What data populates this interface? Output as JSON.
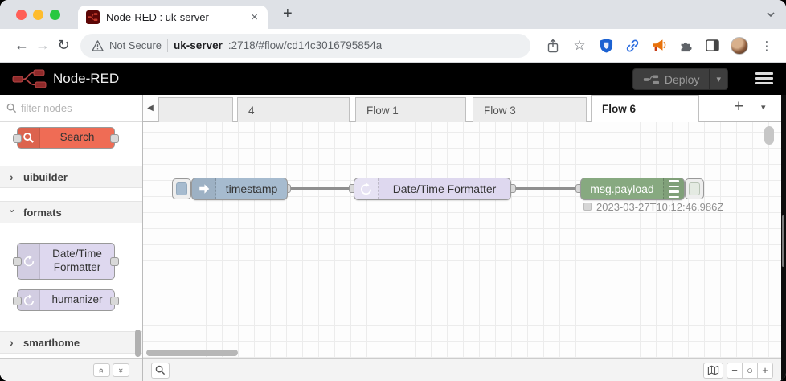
{
  "browser": {
    "tab_title": "Node-RED : uk-server",
    "close_glyph": "×",
    "new_tab_glyph": "+",
    "back_glyph": "←",
    "forward_glyph": "→",
    "reload_glyph": "↻",
    "security_label": "Not Secure",
    "url_host": "uk-server",
    "url_rest": ":2718/#flow/cd14c3016795854a",
    "star_glyph": "☆",
    "menu_glyph": "⋮"
  },
  "nr_header": {
    "brand": "Node-RED",
    "deploy_label": "Deploy",
    "deploy_caret": "▾"
  },
  "palette": {
    "filter_placeholder": "filter nodes",
    "standalone_node": {
      "label": "Search"
    },
    "categories": [
      {
        "label": "uibuilder",
        "chevron": "›"
      },
      {
        "label": "formats",
        "chevron": "›"
      },
      {
        "label": "smarthome",
        "chevron": "›"
      }
    ],
    "format_nodes": [
      {
        "label": "Date/Time Formatter"
      },
      {
        "label": "humanizer"
      }
    ],
    "footer_collapse_glyph": "»",
    "footer_expand_glyph": "»"
  },
  "flow_tabs": {
    "scroll_left_glyph": "◀",
    "items": [
      {
        "label": ""
      },
      {
        "label": "4"
      },
      {
        "label": "Flow 1"
      },
      {
        "label": "Flow 3"
      },
      {
        "label": "Flow 6"
      }
    ],
    "active_tab": "Flow 6",
    "add_glyph": "+",
    "menu_glyph": "▾"
  },
  "canvas": {
    "nodes": {
      "inject": {
        "label": "timestamp"
      },
      "formatter": {
        "label": "Date/Time Formatter"
      },
      "debug": {
        "label": "msg.payload",
        "status_text": "2023-03-27T10:12:46.986Z"
      }
    }
  },
  "footer": {
    "zoom_out_glyph": "−",
    "zoom_reset_glyph": "○",
    "zoom_in_glyph": "+"
  },
  "colors": {
    "inject_node": "#a6bbcf",
    "formatter_node": "#ded8ef",
    "debug_node": "#87a980",
    "search_node": "#ef6c55",
    "header_bg": "#000000",
    "wire": "#8f8f8f",
    "traffic_red": "#ff5f57",
    "traffic_yellow": "#febc2e",
    "traffic_green": "#28c840"
  }
}
